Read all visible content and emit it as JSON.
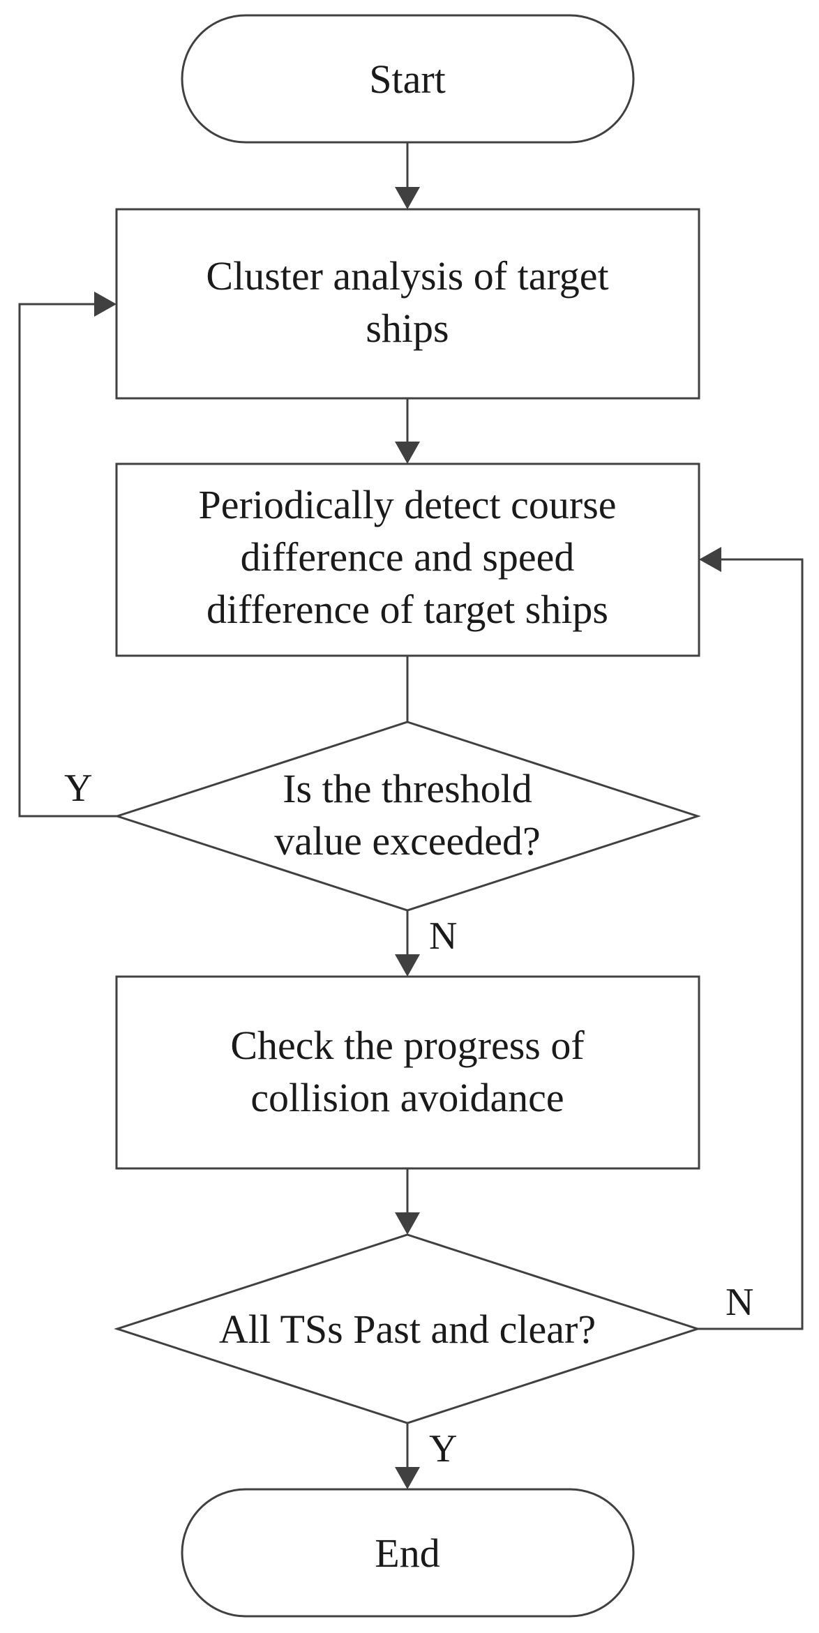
{
  "nodes": {
    "start": {
      "label": "Start"
    },
    "cluster": {
      "lines": [
        "Cluster analysis of target",
        "ships"
      ]
    },
    "detect": {
      "lines": [
        "Periodically detect course",
        "difference and speed",
        "difference of target ships"
      ]
    },
    "threshold": {
      "lines": [
        "Is the threshold",
        "value exceeded?"
      ]
    },
    "check": {
      "lines": [
        "Check the progress of",
        "collision avoidance"
      ]
    },
    "clear": {
      "label": "All TSs Past and clear?"
    },
    "end": {
      "label": "End"
    }
  },
  "edges": {
    "threshold_yes": "Y",
    "threshold_no": "N",
    "clear_no": "N",
    "clear_yes": "Y"
  },
  "colors": {
    "stroke": "#404040",
    "text": "#1a1a1a",
    "background": "#ffffff"
  }
}
